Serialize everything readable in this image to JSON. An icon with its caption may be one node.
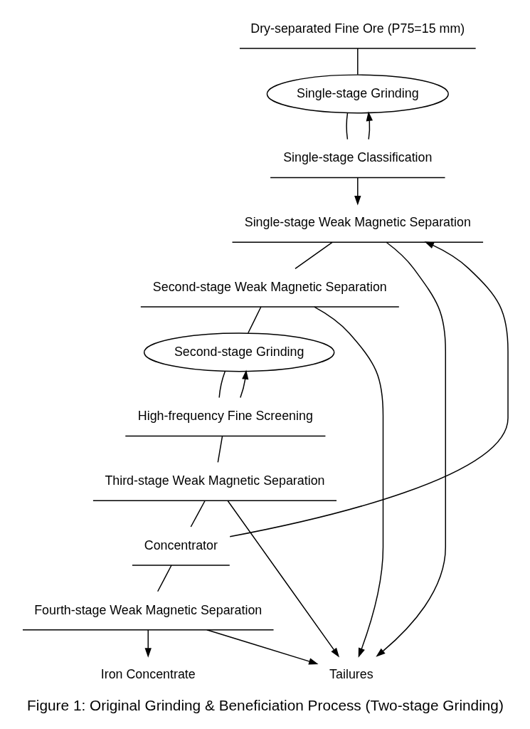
{
  "diagram": {
    "caption": "Figure 1: Original Grinding & Beneficiation Process (Two-stage Grinding)",
    "nodes": [
      {
        "text": [
          "Dry-separated Fine Ore (P75=15 mm)"
        ]
      },
      {
        "text": [
          "Single-stage Grinding"
        ]
      },
      {
        "text": [
          "Single-stage Classification"
        ]
      },
      {
        "text": [
          "Single-stage Weak Magnetic Separation"
        ]
      },
      {
        "text": [
          "Second-stage Weak Magnetic Separation"
        ]
      },
      {
        "text": [
          "Second-stage Grinding"
        ]
      },
      {
        "text": [
          "High-frequency Fine Screening"
        ]
      },
      {
        "text": [
          "Third-stage Weak Magnetic Separation"
        ]
      },
      {
        "text": [
          "Concentrator"
        ]
      },
      {
        "text": [
          "Fourth-stage Weak Magnetic Separation"
        ]
      },
      {
        "text": [
          "Iron Concentrate"
        ]
      },
      {
        "text": [
          "Tailures"
        ]
      }
    ],
    "edges": [
      {
        "from": 0,
        "to": 1,
        "arrow": "none"
      },
      {
        "from": 1,
        "to": 2,
        "arrow": "none"
      },
      {
        "from": 2,
        "to": 1,
        "arrow": "to"
      },
      {
        "from": 2,
        "to": 3,
        "arrow": "to"
      },
      {
        "from": 8,
        "to": 3,
        "arrow": "to"
      },
      {
        "from": 3,
        "to": 4,
        "arrow": "none"
      },
      {
        "from": 3,
        "to": 11,
        "arrow": "to"
      },
      {
        "from": 4,
        "to": 11,
        "arrow": "to"
      },
      {
        "from": 4,
        "to": 5,
        "arrow": "none"
      },
      {
        "from": 5,
        "to": 6,
        "arrow": "none"
      },
      {
        "from": 6,
        "to": 5,
        "arrow": "to"
      },
      {
        "from": 6,
        "to": 7,
        "arrow": "none"
      },
      {
        "from": 7,
        "to": 11,
        "arrow": "to"
      },
      {
        "from": 7,
        "to": 8,
        "arrow": "none"
      },
      {
        "from": 8,
        "to": 9,
        "arrow": "none"
      },
      {
        "from": 9,
        "to": 10,
        "arrow": "to"
      },
      {
        "from": 9,
        "to": 11,
        "arrow": "to"
      }
    ]
  }
}
